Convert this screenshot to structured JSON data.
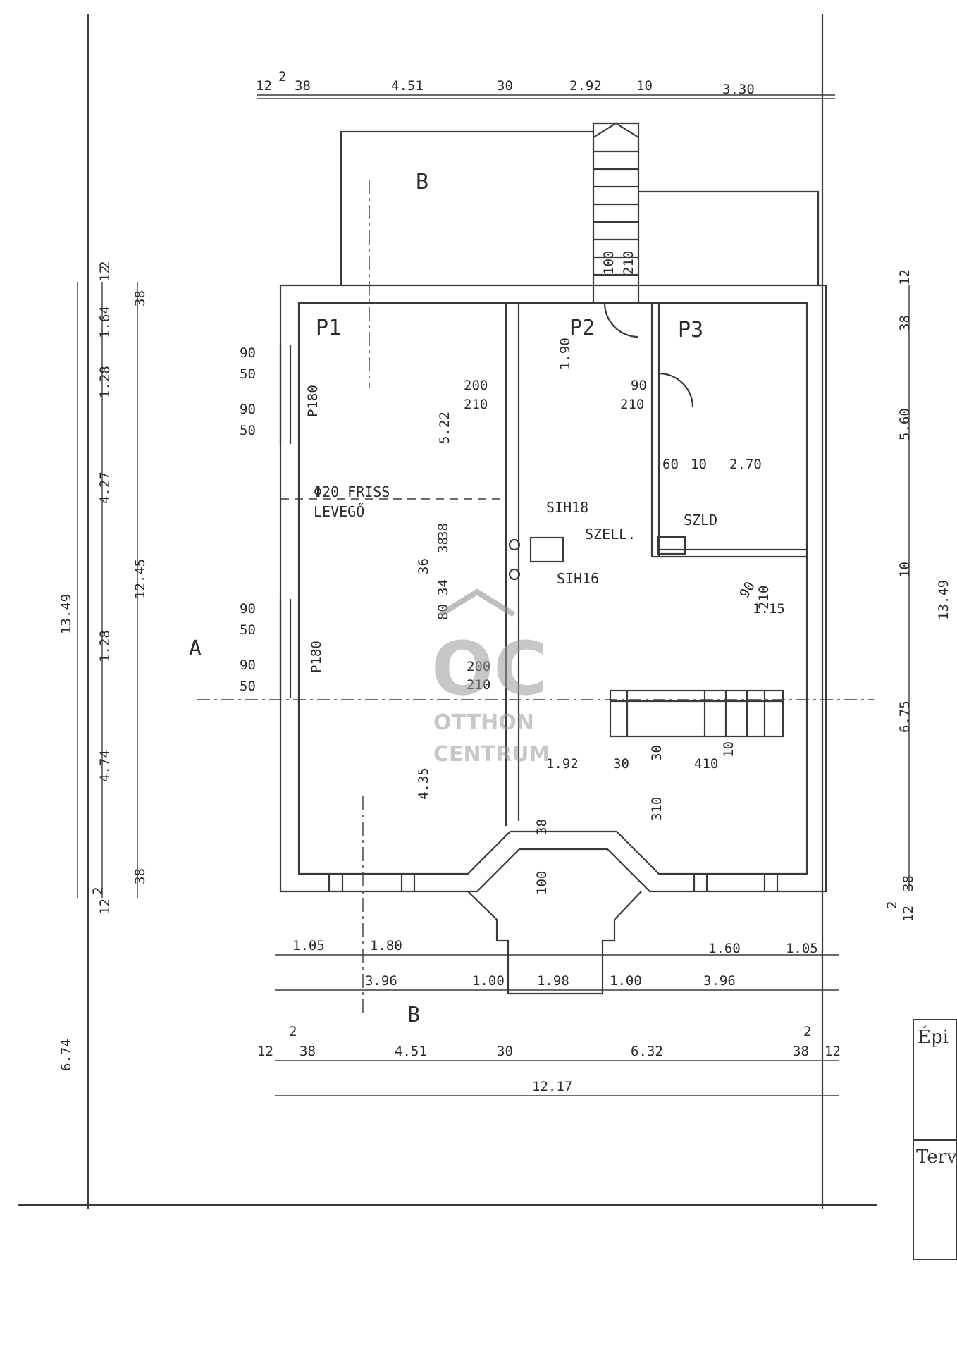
{
  "rooms": [
    "P1",
    "P2",
    "P3"
  ],
  "section_markers": {
    "a": "A",
    "b_top": "B",
    "b_bottom": "B"
  },
  "top_dims": [
    "12",
    "2",
    "38",
    "4.51",
    "30",
    "2.92",
    "10",
    "3.30"
  ],
  "left_dims": [
    "13.49",
    "12.45",
    "1.64",
    "1.28",
    "4.27",
    "1.28",
    "4.74",
    "12",
    "2",
    "38",
    "12",
    "2",
    "38",
    "6.74"
  ],
  "right_dims": [
    "12",
    "38",
    "5.60",
    "10",
    "6.75",
    "13.49",
    "38",
    "12",
    "2"
  ],
  "bottom_dims_1": [
    "1.05",
    "1.80",
    "1.60",
    "1.05"
  ],
  "bottom_dims_2": [
    "3.96",
    "1.00",
    "1.98",
    "1.00",
    "3.96"
  ],
  "bottom_dims_3": [
    "12",
    "2",
    "38",
    "4.51",
    "30",
    "6.32",
    "38",
    "2",
    "12"
  ],
  "overall_width": "12.17",
  "windows_left": [
    "90",
    "50",
    "90",
    "50",
    "P180",
    "90",
    "50",
    "90",
    "50",
    "P180"
  ],
  "doors": [
    "100",
    "210",
    "200",
    "210",
    "90",
    "210",
    "200",
    "210",
    "90",
    "210",
    "100"
  ],
  "interior_dims": [
    "5.22",
    "1.90",
    "4.35",
    "38",
    "36",
    "38",
    "34",
    "80",
    "60",
    "10",
    "2.70",
    "1.15",
    "1.92",
    "30",
    "410",
    "10",
    "30",
    "310",
    "38"
  ],
  "notes": {
    "air": "Φ20 FRISS",
    "air2": "LEVEGŐ",
    "sih18": "SIH18",
    "sih16": "SIH16",
    "szell": "SZELL.",
    "szld": "SZLD"
  },
  "watermark": {
    "logo": "OC",
    "line1": "OTTHON",
    "line2": "CENTRUM"
  },
  "title_block": [
    "Épi",
    "Terv"
  ]
}
